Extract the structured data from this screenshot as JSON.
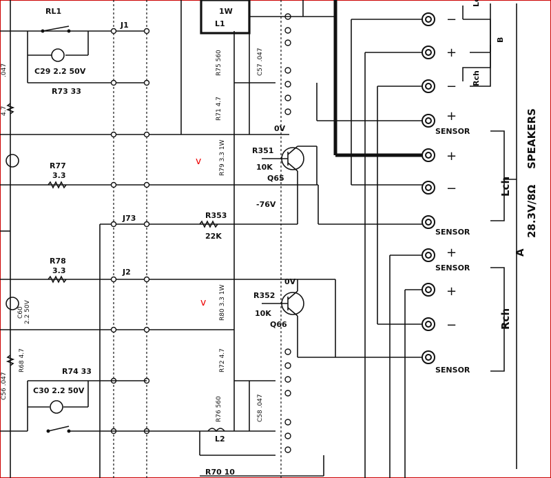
{
  "components": {
    "rl1": "RL1",
    "j1": "J1",
    "j2": "J2",
    "j73": "J73",
    "l1": "L1",
    "l2": "L2",
    "lw": "1W",
    "c29": "C29 2.2 50V",
    "r73": "R73 33",
    "c30": "C30 2.2 50V",
    "r74": "R74 33",
    "r75": "R75 560",
    "r76": "R76 560",
    "c57": "C57 .047",
    "c58": "C58 .047",
    "c56": "C56 .047",
    "c55": ".047",
    "r71": "R71 4.7",
    "r72": "R72 4.7",
    "r77": "R77",
    "r77v": "3.3",
    "r78": "R78",
    "r78v": "3.3",
    "r79": "R79 3.3 1W",
    "r80": "R80 3.3 1W",
    "r351": "R351",
    "r351v": "10K",
    "r352": "R352",
    "r352v": "10K",
    "r353": "R353",
    "r353v": "22K",
    "r68": "R68 4.7",
    "r67v": "4.7",
    "r70": "R70 10",
    "c60": "C60",
    "c60v": "2.2 50V",
    "q65": "Q65",
    "q66": "Q66",
    "v0a": "0V",
    "v0b": "0V",
    "vneg": "-76V"
  },
  "terminals": {
    "minus": "−",
    "plus": "+",
    "sensor": "SENSOR"
  },
  "channels": {
    "lch_top": "Lch",
    "b": "B",
    "rch_top": "Rch",
    "lch": "Lch",
    "a": "A",
    "rch": "Rch"
  },
  "speakers_title": "SPEAKERS",
  "speakers_spec": "28.3V/8Ω",
  "annotations": {
    "check1": "v",
    "check2": "v"
  },
  "colors": {
    "frame": "#cc0000",
    "ink": "#111111",
    "annotation": "#e00000"
  }
}
